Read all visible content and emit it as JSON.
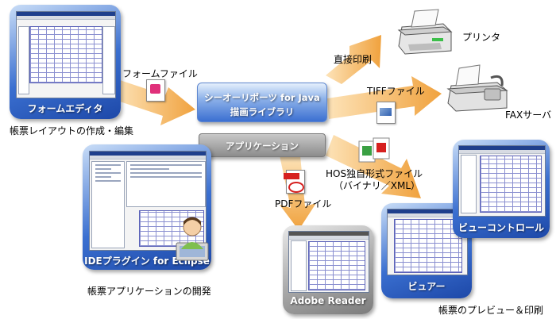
{
  "form_editor": {
    "label": "フォームエディタ",
    "caption": "帳票レイアウトの作成・編集"
  },
  "form_file_label": "フォームファイル",
  "engine": {
    "line1": "シーオーリポーツ for Java",
    "line2": "描画ライブラリ"
  },
  "application_label": "アプリケーション",
  "ide_plugin": {
    "label": "IDEプラグイン for Eclipse",
    "caption": "帳票アプリケーションの開発"
  },
  "direct_print_label": "直接印刷",
  "printer_label": "プリンタ",
  "tiff_file_label": "TIFFファイル",
  "fax_label": "FAXサーバ",
  "pdf_file_label": "PDFファイル",
  "adobe_reader_label": "Adobe Reader",
  "hos_file": {
    "line1": "HOS独自形式ファイル",
    "line2": "（バイナリ／XML）"
  },
  "view_control_label": "ビューコントロール",
  "viewer_label": "ビュアー",
  "viewer_caption": "帳票のプレビュー＆印刷",
  "colors": {
    "card_blue": "#3a6fd0",
    "arrow_orange": "#f2a94a",
    "pdf_red": "#d6201f",
    "gray": "#9a9a9a"
  }
}
